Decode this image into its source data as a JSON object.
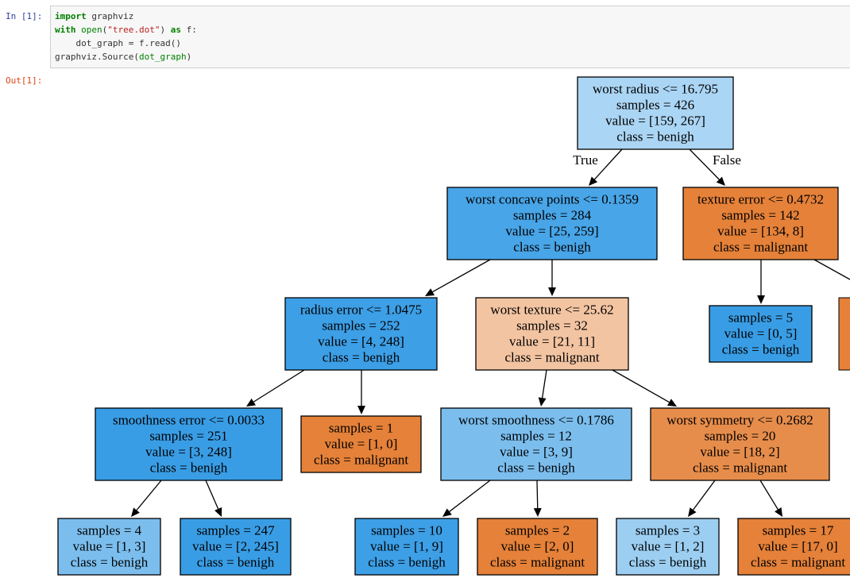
{
  "cell": {
    "in_prompt": "In [1]:",
    "out_prompt": "Out[1]:",
    "code": {
      "line1": {
        "kw": "import",
        "rest": " graphviz"
      },
      "line2": {
        "kw": "with",
        "sp1": " ",
        "fn": "open",
        "p1": "(",
        "str": "\"tree.dot\"",
        "p2": ") ",
        "as": "as",
        "rest": " f:"
      },
      "line3": "    dot_graph = f.read()",
      "line4": {
        "pre": "graphviz.Source",
        "p1": "(",
        "arg": "dot_graph",
        "p2": ")"
      }
    }
  },
  "tree": {
    "colors": {
      "light_blue": "#abd5f4",
      "blue": "#48a5e7",
      "blue_deep": "#3d9fe6",
      "blue_max": "#399de5",
      "blue_mid": "#7bbeee",
      "blue_light2": "#9ccef2",
      "peach": "#f3c4a2",
      "orange": "#e58139",
      "orange2": "#e78d4b",
      "stroke": "#000000"
    },
    "edge_labels": {
      "true": "True",
      "false": "False"
    },
    "nodes": [
      {
        "id": "n0",
        "fill": "light_blue",
        "lines": [
          "worst radius <= 16.795",
          "samples = 426",
          "value = [159, 267]",
          "class = benigh"
        ]
      },
      {
        "id": "n1",
        "fill": "blue",
        "lines": [
          "worst concave points <= 0.1359",
          "samples = 284",
          "value = [25, 259]",
          "class = benigh"
        ]
      },
      {
        "id": "n2",
        "fill": "orange",
        "lines": [
          "texture error <= 0.4732",
          "samples = 142",
          "value = [134, 8]",
          "class = malignant"
        ]
      },
      {
        "id": "n3",
        "fill": "blue_deep",
        "lines": [
          "radius error <= 1.0475",
          "samples = 252",
          "value = [4, 248]",
          "class = benigh"
        ]
      },
      {
        "id": "n4",
        "fill": "peach",
        "lines": [
          "worst texture <= 25.62",
          "samples = 32",
          "value = [21, 11]",
          "class = malignant"
        ]
      },
      {
        "id": "n5",
        "fill": "blue_max",
        "lines": [
          "samples = 5",
          "value = [0, 5]",
          "class = benigh"
        ]
      },
      {
        "id": "n6",
        "fill": "blue_max",
        "lines": [
          "smoothness error <= 0.0033",
          "samples = 251",
          "value = [3, 248]",
          "class = benigh"
        ]
      },
      {
        "id": "n7",
        "fill": "orange",
        "lines": [
          "samples = 1",
          "value = [1, 0]",
          "class = malignant"
        ]
      },
      {
        "id": "n8",
        "fill": "blue_mid",
        "lines": [
          "worst smoothness <= 0.1786",
          "samples = 12",
          "value = [3, 9]",
          "class = benigh"
        ]
      },
      {
        "id": "n9",
        "fill": "orange2",
        "lines": [
          "worst symmetry <= 0.2682",
          "samples = 20",
          "value = [18, 2]",
          "class = malignant"
        ]
      },
      {
        "id": "n10",
        "fill": "blue_mid",
        "lines": [
          "samples = 4",
          "value = [1, 3]",
          "class = benigh"
        ]
      },
      {
        "id": "n11",
        "fill": "blue_max",
        "lines": [
          "samples = 247",
          "value = [2, 245]",
          "class = benigh"
        ]
      },
      {
        "id": "n12",
        "fill": "blue_deep",
        "lines": [
          "samples = 10",
          "value = [1, 9]",
          "class = benigh"
        ]
      },
      {
        "id": "n13",
        "fill": "orange",
        "lines": [
          "samples = 2",
          "value = [2, 0]",
          "class = malignant"
        ]
      },
      {
        "id": "n14",
        "fill": "blue_light2",
        "lines": [
          "samples = 3",
          "value = [1, 2]",
          "class = benigh"
        ]
      },
      {
        "id": "n15",
        "fill": "orange",
        "lines": [
          "samples = 17",
          "value = [17, 0]",
          "class = malignant"
        ]
      }
    ]
  }
}
